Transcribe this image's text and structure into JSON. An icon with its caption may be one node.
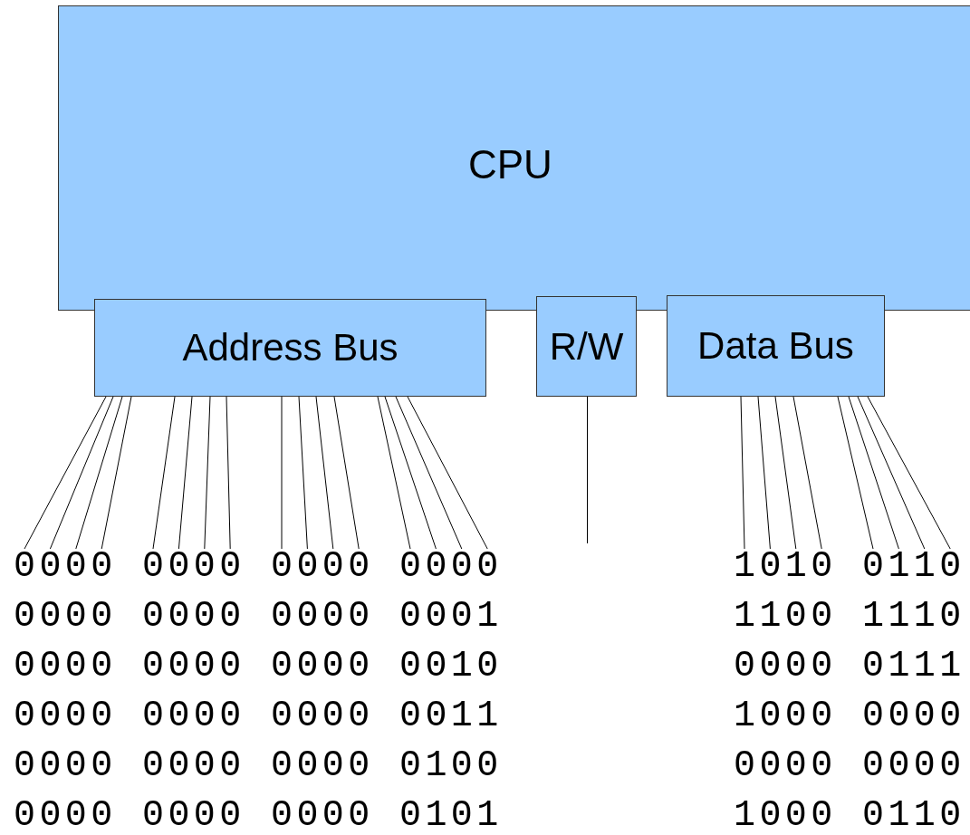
{
  "diagram": {
    "nodes": [
      {
        "text": [
          "CPU"
        ]
      },
      {
        "text": [
          "Address Bus"
        ]
      },
      {
        "text": [
          "R/W"
        ]
      },
      {
        "text": [
          "Data Bus"
        ]
      },
      {
        "text": [
          "0000 0000 0000 0000"
        ]
      },
      {
        "text": [
          "1010 0110"
        ]
      }
    ],
    "edges": [
      {
        "from": 1,
        "to": 4,
        "arrow": "none"
      },
      {
        "from": 1,
        "to": 4,
        "arrow": "none"
      },
      {
        "from": 1,
        "to": 4,
        "arrow": "none"
      },
      {
        "from": 1,
        "to": 4,
        "arrow": "none"
      },
      {
        "from": 1,
        "to": 4,
        "arrow": "none"
      },
      {
        "from": 1,
        "to": 4,
        "arrow": "none"
      },
      {
        "from": 1,
        "to": 4,
        "arrow": "none"
      },
      {
        "from": 1,
        "to": 4,
        "arrow": "none"
      },
      {
        "from": 1,
        "to": 4,
        "arrow": "none"
      },
      {
        "from": 1,
        "to": 4,
        "arrow": "none"
      },
      {
        "from": 1,
        "to": 4,
        "arrow": "none"
      },
      {
        "from": 1,
        "to": 4,
        "arrow": "none"
      },
      {
        "from": 1,
        "to": 4,
        "arrow": "none"
      },
      {
        "from": 1,
        "to": 4,
        "arrow": "none"
      },
      {
        "from": 1,
        "to": 4,
        "arrow": "none"
      },
      {
        "from": 1,
        "to": 4,
        "arrow": "none"
      },
      {
        "from": 2,
        "to": null,
        "arrow": "none"
      },
      {
        "from": 3,
        "to": 5,
        "arrow": "none"
      },
      {
        "from": 3,
        "to": 5,
        "arrow": "none"
      },
      {
        "from": 3,
        "to": 5,
        "arrow": "none"
      },
      {
        "from": 3,
        "to": 5,
        "arrow": "none"
      },
      {
        "from": 3,
        "to": 5,
        "arrow": "none"
      },
      {
        "from": 3,
        "to": 5,
        "arrow": "none"
      },
      {
        "from": 3,
        "to": 5,
        "arrow": "none"
      },
      {
        "from": 3,
        "to": 5,
        "arrow": "none"
      }
    ],
    "labels": [
      "0000 0000 0000 0001",
      "1100 1110",
      "0000 0000 0000 0010",
      "0000 0111",
      "0000 0000 0000 0011",
      "1000 0000",
      "0000 0000 0000 0100",
      "0000 0000",
      "0000 0000 0000 0101",
      "1000 0110"
    ]
  }
}
